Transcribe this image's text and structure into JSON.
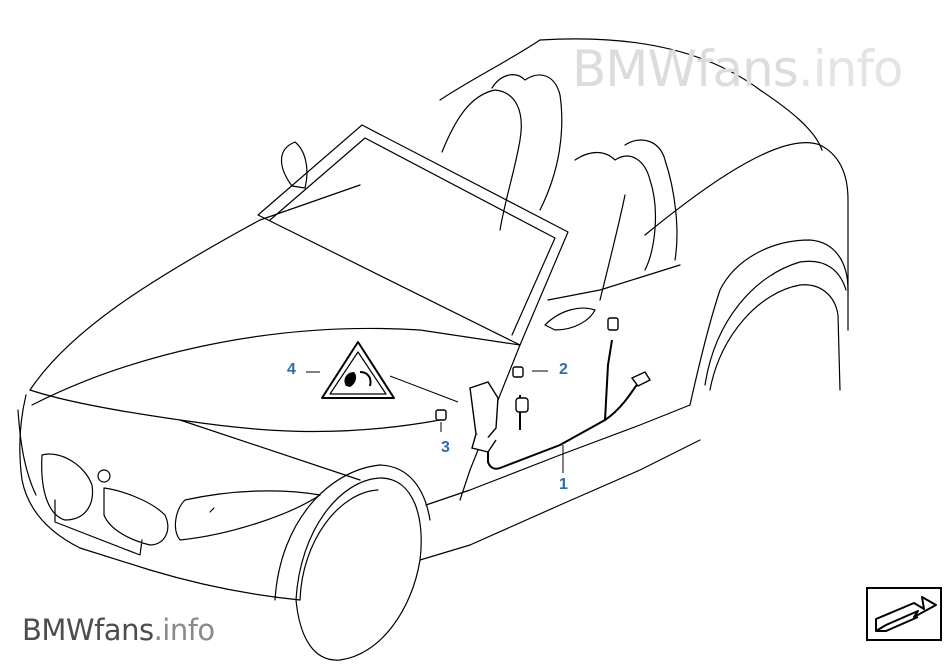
{
  "watermark_top": {
    "brand": "BMWfans",
    "suffix": ".info"
  },
  "watermark_bottom": {
    "brand": "BMWfans",
    "suffix": ".info"
  },
  "callouts": [
    {
      "number": "1"
    },
    {
      "number": "2"
    },
    {
      "number": "3"
    },
    {
      "number": "4"
    }
  ],
  "colors": {
    "line": "#000000",
    "callout": "#2f6da8",
    "watermark_light": "#dcdcdc",
    "watermark_dark": "#4d4d4d"
  },
  "icons": {
    "warning_label": "airbag-warning-triangle-icon",
    "navigation": "next-page-arrow-icon"
  }
}
